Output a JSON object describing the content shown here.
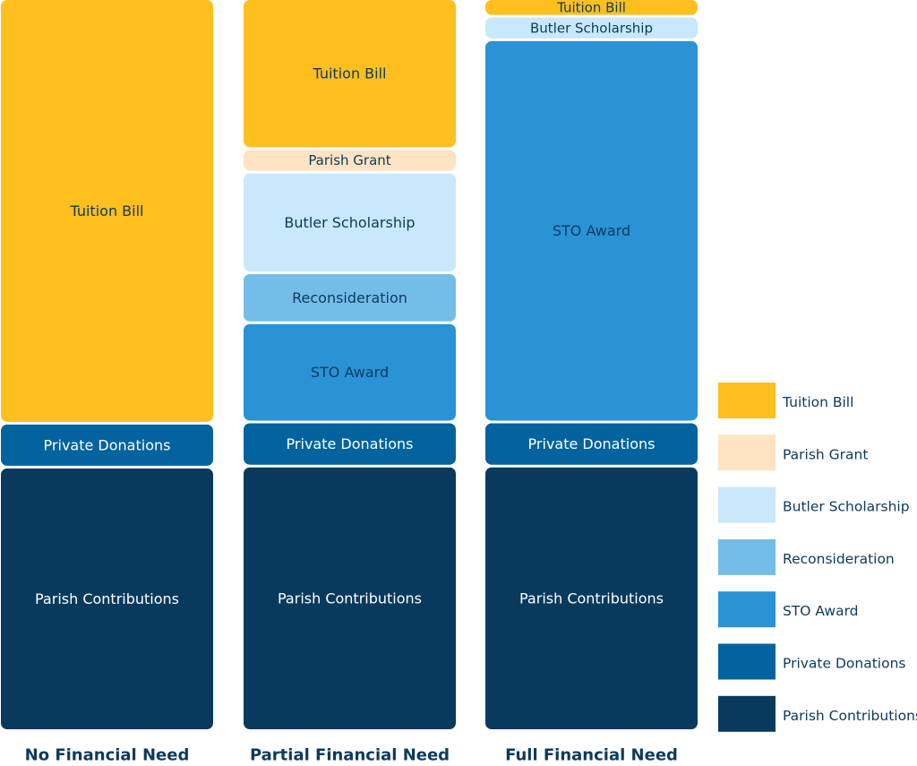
{
  "chart_data": {
    "type": "bar",
    "stacked": true,
    "normalized": true,
    "unit": "share of total cost",
    "legend_position": "right",
    "grid": false,
    "categories": [
      "No Financial Need",
      "Partial Financial Need",
      "Full Financial Need"
    ],
    "series": [
      {
        "name": "Parish Contributions",
        "color": "#093a5e",
        "text_color": "#ffffff",
        "values": [
          0.36,
          0.36,
          0.36
        ]
      },
      {
        "name": "Private Donations",
        "color": "#03639e",
        "text_color": "#ffffff",
        "values": [
          0.06,
          0.06,
          0.06
        ]
      },
      {
        "name": "STO Award",
        "color": "#2a93d5",
        "text_color": "#0c3a5e",
        "values": [
          0,
          0.135,
          0.52
        ]
      },
      {
        "name": "Reconsideration",
        "color": "#74bde8",
        "text_color": "#0c3a5e",
        "values": [
          0,
          0.068,
          0
        ]
      },
      {
        "name": "Butler Scholarship",
        "color": "#c9e8fb",
        "text_color": "#0c3a5e",
        "values": [
          0,
          0.137,
          0.032
        ]
      },
      {
        "name": "Parish Grant",
        "color": "#fee4c3",
        "text_color": "#0c3a5e",
        "values": [
          0,
          0.032,
          0
        ]
      },
      {
        "name": "Tuition Bill",
        "color": "#ffbf1f",
        "text_color": "#0c3a5e",
        "values": [
          0.58,
          0.204,
          0.024
        ]
      }
    ]
  }
}
